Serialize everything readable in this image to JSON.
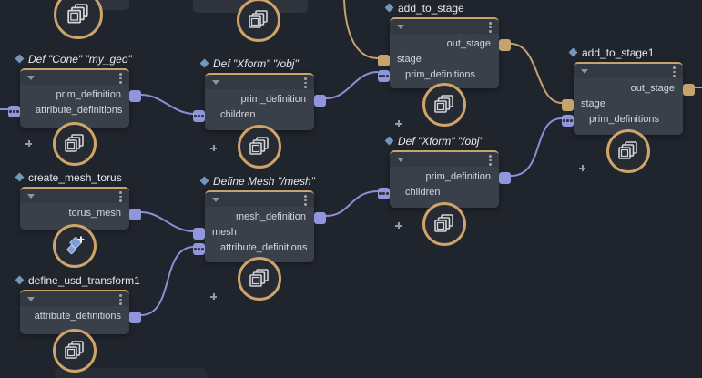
{
  "editor": {
    "kind": "visual-node-graph",
    "colors": {
      "background": "#20242d",
      "node_body": "#3a4049",
      "node_top_border": "#c9a46a",
      "wire_purple": "#8a90d8",
      "wire_tan": "#c2a273",
      "port_purple": "#9095dc",
      "port_tan": "#c5a36f",
      "badge_ring": "#cfa468",
      "title_marker_blue": "#7297bc",
      "title_text": "#e8eaec",
      "label_text": "#d3d6db"
    },
    "icons": {
      "badge_prim": "layered-prims-icon",
      "badge_create_mesh": "create-mesh-icon",
      "header_left": "collapse-arrow-icon",
      "header_right": "kebab-menu-icon",
      "title_prefix": "diamond-marker-icon",
      "input_prefix": "plus-icon"
    }
  },
  "nodes": {
    "cone": {
      "title": "Def \"Cone\" \"my_geo\"",
      "output": "prim_definition",
      "input1": "attribute_definitions"
    },
    "xform1": {
      "title": "Def \"Xform\" \"/obj\"",
      "output": "prim_definition",
      "input1": "children"
    },
    "add_to_stage": {
      "title": "add_to_stage",
      "output": "out_stage",
      "input1": "stage",
      "input2": "prim_definitions"
    },
    "add_to_stage1": {
      "title": "add_to_stage1",
      "output": "out_stage",
      "input1": "stage",
      "input2": "prim_definitions"
    },
    "xform2": {
      "title": "Def \"Xform\" \"/obj\"",
      "output": "prim_definition",
      "input1": "children"
    },
    "define_mesh": {
      "title": "Define Mesh \"/mesh\"",
      "output": "mesh_definition",
      "input1": "mesh",
      "input2": "attribute_definitions"
    },
    "create_mesh_torus": {
      "title": "create_mesh_torus",
      "output": "torus_mesh"
    },
    "define_usd_transform1": {
      "title": "define_usd_transform1",
      "output": "attribute_definitions"
    }
  }
}
